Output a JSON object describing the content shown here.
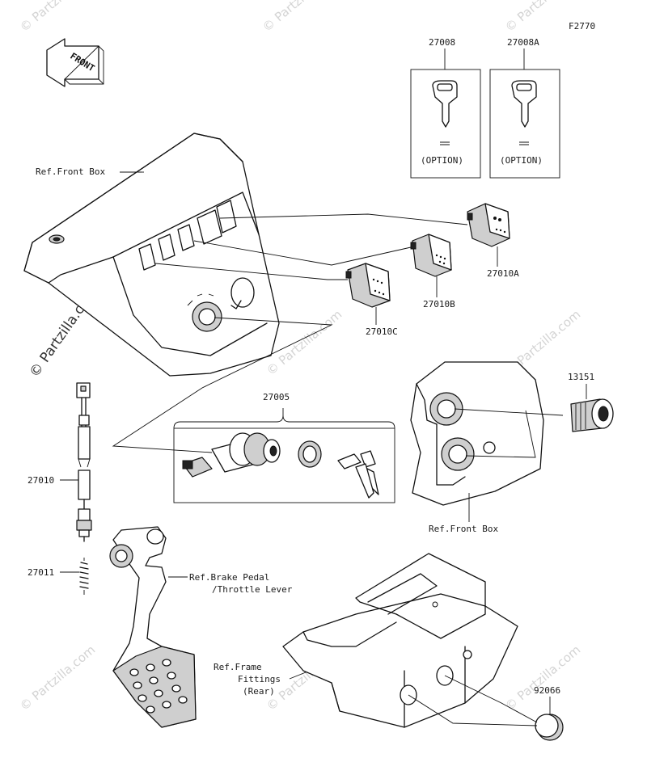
{
  "figure_code": "F2770",
  "front_label": "FRONT",
  "watermark": "© Partzilla.com",
  "refs": {
    "front_box_top": "Ref.Front Box",
    "front_box_bottom": "Ref.Front Box",
    "brake_pedal_line1": "Ref.Brake Pedal",
    "brake_pedal_line2": "/Throttle Lever",
    "frame_line1": "Ref.Frame",
    "frame_line2": "Fittings",
    "frame_line3": "(Rear)"
  },
  "parts": [
    {
      "number": "27008",
      "note": "(OPTION)"
    },
    {
      "number": "27008A",
      "note": "(OPTION)"
    },
    {
      "number": "27010A"
    },
    {
      "number": "27010B"
    },
    {
      "number": "27010C"
    },
    {
      "number": "27005"
    },
    {
      "number": "13151"
    },
    {
      "number": "27010"
    },
    {
      "number": "27011"
    },
    {
      "number": "92066"
    }
  ]
}
